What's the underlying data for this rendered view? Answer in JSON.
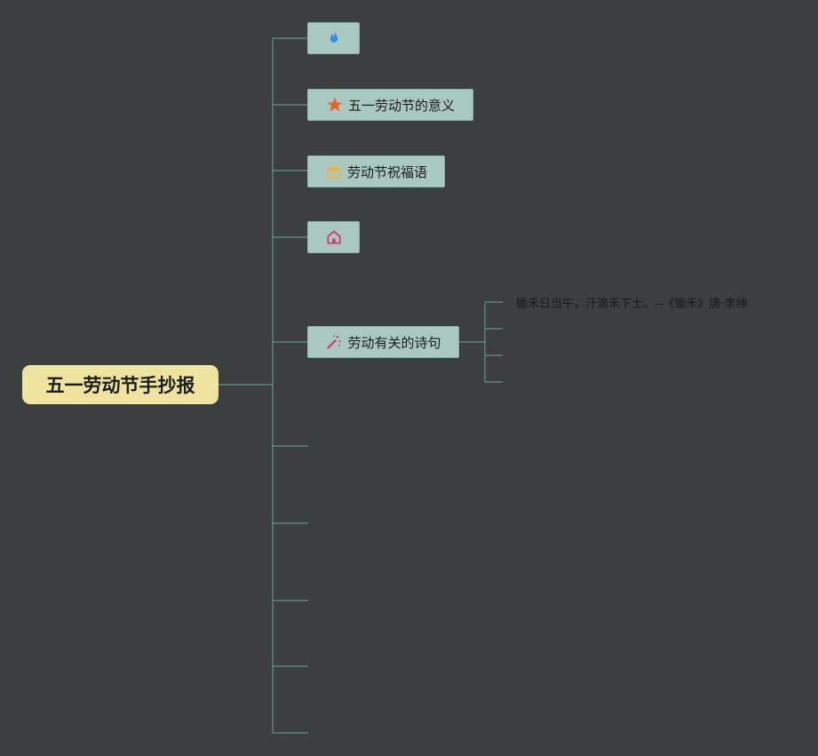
{
  "root": {
    "title": "五一劳动节手抄报"
  },
  "branches": [
    {
      "label": "",
      "icon": "fire-icon",
      "icon_color": "#2f8fe0"
    },
    {
      "label": "五一劳动节的意义",
      "icon": "star-icon",
      "icon_color": "#e8622c"
    },
    {
      "label": "劳动节祝福语",
      "icon": "gift-icon",
      "icon_color": "#e4b64a"
    },
    {
      "label": "",
      "icon": "house-icon",
      "icon_color": "#d6336c"
    },
    {
      "label": "劳动有关的诗句",
      "icon": "magic-wand-icon",
      "icon_color": "#d6336c"
    }
  ],
  "poem_line": "锄禾日当午，汗滴禾下土。--《锄禾》唐·李绅",
  "colors": {
    "background": "#3b3f40",
    "line": "#6fa595",
    "root_fill": "#efe49f",
    "node_fill": "#a8c8c0"
  }
}
